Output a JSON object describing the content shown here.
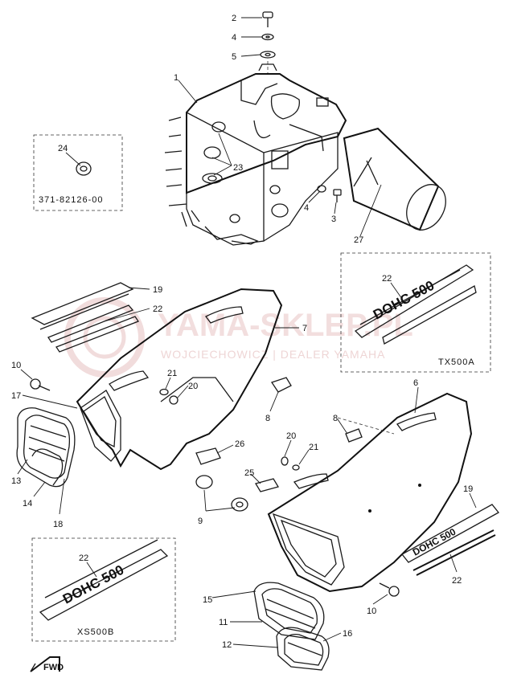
{
  "watermark": {
    "title": "YAMA-SKLEP.PL",
    "subtitle": "WOJCIECHOWICZ | DEALER YAMAHA",
    "color": "#e8c4c4"
  },
  "boxes": {
    "gasket_box": {
      "label": "371-82126-00",
      "part": "24"
    },
    "tx_box": {
      "label": "TX500A",
      "part": "22",
      "emblem": "DOHC 500"
    },
    "xs_box": {
      "label": "XS500B",
      "part": "22",
      "emblem": "DOHC 500"
    }
  },
  "emblems": {
    "side_emblem": "DOHC 500"
  },
  "direction_arrow": "FWD",
  "callouts": {
    "c1": "1",
    "c2": "2",
    "c4": "4",
    "c5": "5",
    "c23": "23",
    "c4b": "4",
    "c3": "3",
    "c27": "27",
    "c19a": "19",
    "c22a": "22",
    "c7": "7",
    "c10a": "10",
    "c21a": "21",
    "c20a": "20",
    "c17": "17",
    "c8a": "8",
    "c6": "6",
    "c8b": "8",
    "c20b": "20",
    "c21b": "21",
    "c26": "26",
    "c25": "25",
    "c13": "13",
    "c14": "14",
    "c18": "18",
    "c9": "9",
    "c19b": "19",
    "c22b": "22",
    "c15": "15",
    "c10b": "10",
    "c11": "11",
    "c16": "16",
    "c12": "12"
  }
}
